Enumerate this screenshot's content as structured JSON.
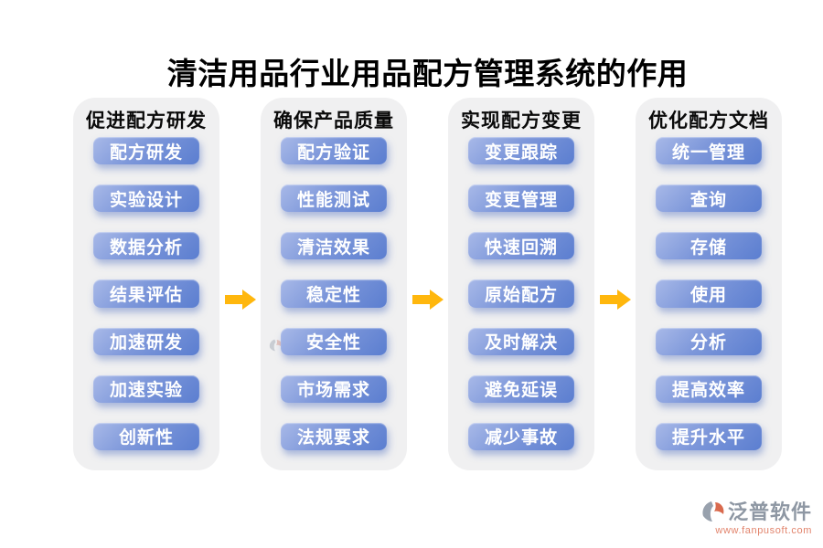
{
  "title": "清洁用品行业用品配方管理系统的作用",
  "columns": [
    {
      "header": "促进配方研发",
      "items": [
        "配方研发",
        "实验设计",
        "数据分析",
        "结果评估",
        "加速研发",
        "加速实验",
        "创新性"
      ]
    },
    {
      "header": "确保产品质量",
      "items": [
        "配方验证",
        "性能测试",
        "清洁效果",
        "稳定性",
        "安全性",
        "市场需求",
        "法规要求"
      ]
    },
    {
      "header": "实现配方变更",
      "items": [
        "变更跟踪",
        "变更管理",
        "快速回溯",
        "原始配方",
        "及时解决",
        "避免延误",
        "减少事故"
      ]
    },
    {
      "header": "优化配方文档",
      "items": [
        "统一管理",
        "查询",
        "存储",
        "使用",
        "分析",
        "提高效率",
        "提升水平"
      ]
    }
  ],
  "colors": {
    "button_gradient_light": "#a8b9e8",
    "button_gradient_dark": "#5b7ed0",
    "arrow": "#ffb70d",
    "panel_bg": "#f0f0f1",
    "title_color": "#000000",
    "brand_gray": "#8e97a3",
    "brand_red": "#e2846c"
  },
  "icons": {
    "flow_arrow": "right-arrow-icon",
    "logo": "fanpu-logo-icon"
  },
  "watermark": {
    "brand": "泛普软件",
    "sub": "www.fanpusoft.com"
  },
  "footer": {
    "brand": "泛普软件",
    "url": "www.fanpusoft.com"
  }
}
